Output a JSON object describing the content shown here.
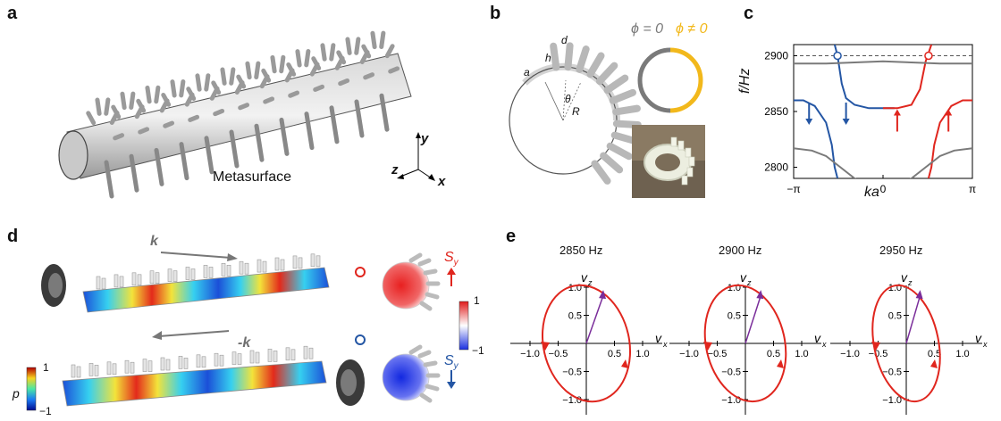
{
  "panels": {
    "a": {
      "letter": "a",
      "caption": "Metasurface",
      "axes": {
        "y": "y",
        "z": "z",
        "x": "x"
      }
    },
    "b": {
      "letter": "b",
      "labels": {
        "d": "d",
        "h": "h",
        "a": "a",
        "theta": "θ",
        "R": "R"
      },
      "phi_zero": "ϕ = 0",
      "phi_nonzero": "ϕ ≠ 0",
      "colors": {
        "gray": "#7a7a7a",
        "yellow": "#f2b81b"
      }
    },
    "c": {
      "letter": "c",
      "ylabel": "f/Hz",
      "xlabel": "ka",
      "yticks": [
        "2900",
        "2850",
        "2800"
      ],
      "xticks": [
        "−π",
        "0",
        "π"
      ]
    },
    "d": {
      "letter": "d",
      "k_forward": "k",
      "k_backward": "-k",
      "sy_top": "S",
      "sy_bottom": "S",
      "sy_sub": "y",
      "colorbar_spin": {
        "max": "1",
        "min": "−1"
      },
      "colorbar_p": {
        "label": "p",
        "max": "1",
        "min": "−1"
      }
    },
    "e": {
      "letter": "e",
      "plots": [
        {
          "title": "2850 Hz"
        },
        {
          "title": "2900 Hz"
        },
        {
          "title": "2950 Hz"
        }
      ],
      "xlabel": "v",
      "xsub": "x",
      "ylabel": "v",
      "ysub": "z",
      "ticks": {
        "x": [
          "−1.0",
          "−0.5",
          "0.5",
          "1.0"
        ],
        "y": [
          "1.0",
          "0.5",
          "−0.5",
          "−1.0"
        ]
      }
    }
  },
  "chart_data": {
    "type": "line",
    "xlabel": "ka",
    "ylabel": "f/Hz",
    "xlim": [
      -3.1416,
      3.1416
    ],
    "ylim": [
      2790,
      2910
    ],
    "xticks": [
      "−π",
      "0",
      "π"
    ],
    "yticks": [
      2800,
      2850,
      2900
    ],
    "series": [
      {
        "color": "#2456a4",
        "x": [
          -1.7,
          -1.6,
          -1.45,
          -1.3,
          -1.0,
          -0.5,
          0,
          0.4
        ],
        "y": [
          2910,
          2900,
          2875,
          2862,
          2856,
          2853,
          2853,
          2853
        ]
      },
      {
        "color": "#2456a4",
        "x": [
          -3.1416,
          -2.8,
          -2.4,
          -2.0,
          -1.8,
          -1.7,
          -1.6
        ],
        "y": [
          2860,
          2860,
          2855,
          2840,
          2820,
          2800,
          2790
        ]
      },
      {
        "color": "#e0261e",
        "x": [
          0,
          0.5,
          1.0,
          1.3,
          1.5,
          1.7
        ],
        "y": [
          2853,
          2853,
          2856,
          2870,
          2895,
          2910
        ]
      },
      {
        "color": "#e0261e",
        "x": [
          1.6,
          1.7,
          1.8,
          2.0,
          2.4,
          2.8,
          3.1416
        ],
        "y": [
          2790,
          2800,
          2820,
          2840,
          2855,
          2860,
          2860
        ]
      },
      {
        "color": "#7a7a7a",
        "x": [
          -3.1416,
          -2.0,
          -1.0,
          0,
          1.0,
          2.0,
          3.1416
        ],
        "y": [
          2893,
          2893,
          2894,
          2895,
          2894,
          2893,
          2893
        ]
      },
      {
        "color": "#7a7a7a",
        "x": [
          -3.1416,
          -2.5,
          -2.0,
          -1.5,
          -1.0,
          -0.5,
          0,
          0.5,
          1.0,
          1.5,
          2.0,
          2.5,
          3.1416
        ],
        "y": [
          2817,
          2815,
          2810,
          2800,
          2790,
          2783,
          2780,
          2783,
          2790,
          2800,
          2810,
          2815,
          2817
        ]
      }
    ],
    "reference_line": 2900,
    "markers": [
      {
        "x": -1.6,
        "y": 2900,
        "color": "#2456a4"
      },
      {
        "x": 1.6,
        "y": 2900,
        "color": "#e0261e"
      }
    ]
  }
}
